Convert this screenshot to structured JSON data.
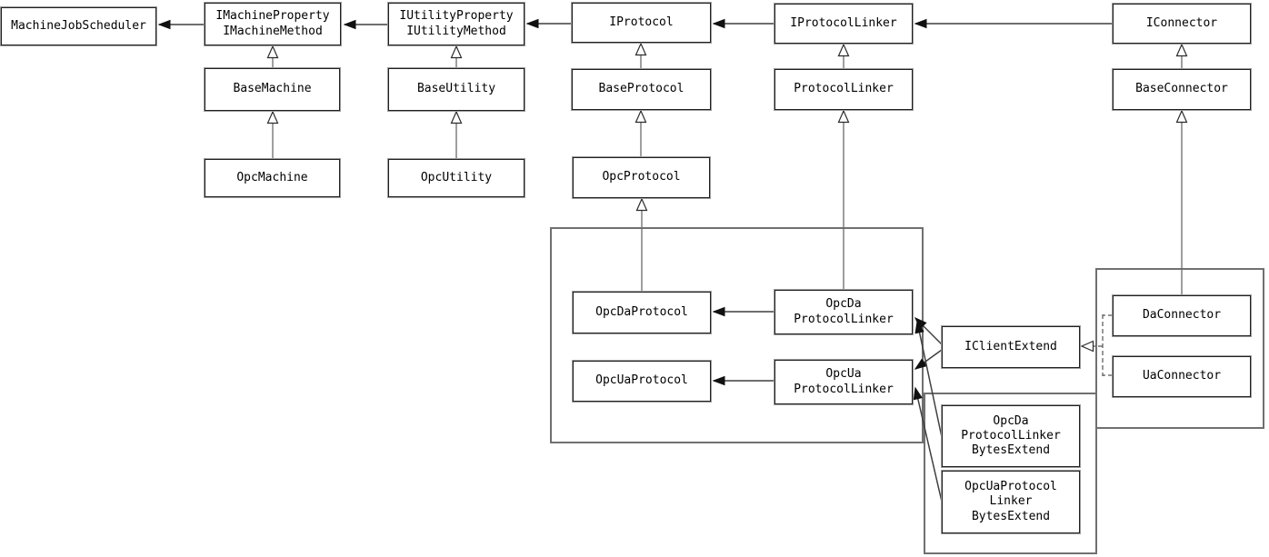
{
  "diagram": {
    "kind": "uml-class-diagram",
    "colors": {
      "background": "#ffffff",
      "box_border": "#1f1f1f",
      "box_shadow": "#9b9b9b",
      "line": "#3f3f3f",
      "group_border": "#707070",
      "text": "#000000"
    },
    "nodes": [
      {
        "id": "machine-job-scheduler",
        "label": "MachineJobScheduler"
      },
      {
        "id": "imachine-property-method",
        "label": "IMachineProperty\nIMachineMethod"
      },
      {
        "id": "iutility-property-method",
        "label": "IUtilityProperty\nIUtilityMethod"
      },
      {
        "id": "iprotocol",
        "label": "IProtocol"
      },
      {
        "id": "iprotocol-linker",
        "label": "IProtocolLinker"
      },
      {
        "id": "iconnector",
        "label": "IConnector"
      },
      {
        "id": "base-machine",
        "label": "BaseMachine"
      },
      {
        "id": "base-utility",
        "label": "BaseUtility"
      },
      {
        "id": "base-protocol",
        "label": "BaseProtocol"
      },
      {
        "id": "protocol-linker",
        "label": "ProtocolLinker"
      },
      {
        "id": "base-connector",
        "label": "BaseConnector"
      },
      {
        "id": "opc-machine",
        "label": "OpcMachine"
      },
      {
        "id": "opc-utility",
        "label": "OpcUtility"
      },
      {
        "id": "opc-protocol",
        "label": "OpcProtocol"
      },
      {
        "id": "opc-da-protocol",
        "label": "OpcDaProtocol"
      },
      {
        "id": "opc-ua-protocol",
        "label": "OpcUaProtocol"
      },
      {
        "id": "opc-da-protocol-linker",
        "label": "OpcDa\nProtocolLinker"
      },
      {
        "id": "opc-ua-protocol-linker",
        "label": "OpcUa\nProtocolLinker"
      },
      {
        "id": "iclient-extend",
        "label": "IClientExtend"
      },
      {
        "id": "da-connector",
        "label": "DaConnector"
      },
      {
        "id": "ua-connector",
        "label": "UaConnector"
      },
      {
        "id": "opc-da-protocol-linker-bytes-extend",
        "label": "OpcDa\nProtocolLinker\nBytesExtend"
      },
      {
        "id": "opc-ua-protocol-linker-bytes-extend",
        "label": "OpcUaProtocol\nLinker\nBytesExtend"
      }
    ],
    "relationships": [
      {
        "from": "imachine-property-method",
        "to": "machine-job-scheduler",
        "type": "association"
      },
      {
        "from": "iutility-property-method",
        "to": "imachine-property-method",
        "type": "association"
      },
      {
        "from": "iprotocol",
        "to": "iutility-property-method",
        "type": "association"
      },
      {
        "from": "iprotocol-linker",
        "to": "iprotocol",
        "type": "association"
      },
      {
        "from": "iconnector",
        "to": "iprotocol-linker",
        "type": "association"
      },
      {
        "from": "opc-da-protocol-linker",
        "to": "opc-da-protocol",
        "type": "association"
      },
      {
        "from": "opc-ua-protocol-linker",
        "to": "opc-ua-protocol",
        "type": "association"
      },
      {
        "from": "iclient-extend",
        "to": "opc-da-protocol-linker",
        "type": "association"
      },
      {
        "from": "iclient-extend",
        "to": "opc-ua-protocol-linker",
        "type": "association"
      },
      {
        "from": "opc-da-protocol-linker-bytes-extend",
        "to": "opc-da-protocol-linker",
        "type": "association"
      },
      {
        "from": "opc-ua-protocol-linker-bytes-extend",
        "to": "opc-ua-protocol-linker",
        "type": "association"
      },
      {
        "from": "base-machine",
        "to": "imachine-property-method",
        "type": "generalization"
      },
      {
        "from": "base-utility",
        "to": "iutility-property-method",
        "type": "generalization"
      },
      {
        "from": "base-protocol",
        "to": "iprotocol",
        "type": "generalization"
      },
      {
        "from": "protocol-linker",
        "to": "iprotocol-linker",
        "type": "generalization"
      },
      {
        "from": "base-connector",
        "to": "iconnector",
        "type": "generalization"
      },
      {
        "from": "opc-machine",
        "to": "base-machine",
        "type": "generalization"
      },
      {
        "from": "opc-utility",
        "to": "base-utility",
        "type": "generalization"
      },
      {
        "from": "opc-protocol",
        "to": "base-protocol",
        "type": "generalization"
      },
      {
        "from": "opc-da-protocol",
        "to": "opc-protocol",
        "type": "generalization"
      },
      {
        "from": "opc-da-protocol-linker",
        "to": "protocol-linker",
        "type": "generalization"
      },
      {
        "from": "da-connector",
        "to": "base-connector",
        "type": "generalization"
      },
      {
        "from": "da-connector",
        "to": "iclient-extend",
        "type": "realization"
      },
      {
        "from": "ua-connector",
        "to": "iclient-extend",
        "type": "realization"
      }
    ]
  }
}
